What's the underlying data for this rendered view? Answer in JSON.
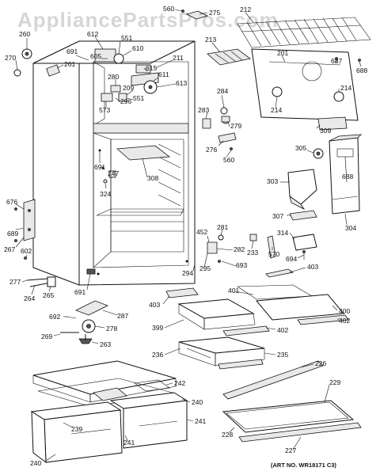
{
  "watermark": "AppliancePartsPros.com",
  "art_no": "(ART NO. WR18171 C3)",
  "labels": {
    "l560a": "560",
    "l275": "275",
    "l212": "212",
    "l260": "260",
    "l612": "612",
    "l551a": "551",
    "l610": "610",
    "l691a": "691",
    "l605": "605",
    "l270": "270",
    "l261": "261",
    "l213": "213",
    "l201": "201",
    "l687": "687",
    "l688a": "688",
    "l615": "615",
    "l211": "211",
    "l280": "280",
    "l611": "611",
    "l613": "613",
    "l209": "209",
    "l296": "296",
    "l551b": "551",
    "l573": "573",
    "l284": "284",
    "l214a": "214",
    "l214b": "214",
    "l283": "283",
    "l279": "279",
    "l276": "276",
    "l560b": "560",
    "l309": "309",
    "l305": "305",
    "l691b": "691",
    "l247": "247",
    "l308": "308",
    "l324": "324",
    "l303": "303",
    "l688b": "688",
    "l676": "676",
    "l689": "689",
    "l267": "267",
    "l602": "602",
    "l277": "277",
    "l264": "264",
    "l265": "265",
    "l281": "281",
    "l452": "452",
    "l307": "307",
    "l304": "304",
    "l314": "314",
    "l282": "282",
    "l233": "233",
    "l570": "570",
    "l694": "694",
    "l294": "294",
    "l295": "295",
    "l693": "693",
    "l403a": "403",
    "l691c": "691",
    "l401": "401",
    "l403b": "403",
    "l400": "400",
    "l287": "287",
    "l692": "692",
    "l278": "278",
    "l399": "399",
    "l402a": "402",
    "l402b": "402",
    "l269": "269",
    "l263": "263",
    "l236": "236",
    "l235": "235",
    "l226": "226",
    "l242": "242",
    "l229": "229",
    "l240a": "240",
    "l241a": "241",
    "l239": "239",
    "l241b": "241",
    "l228": "228",
    "l240b": "240",
    "l227": "227"
  }
}
